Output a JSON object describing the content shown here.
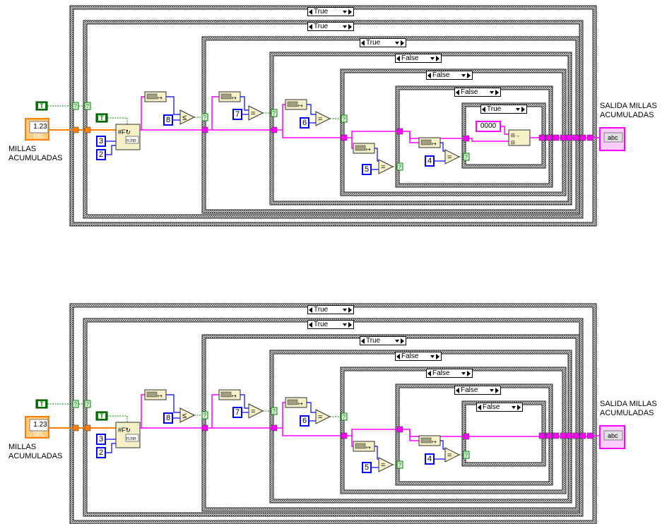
{
  "diagrams": [
    {
      "input_label": "MILLAS\nACUMULADAS",
      "output_label": "SALIDA MILLAS\nACUMULADAS",
      "numeric_value": "1.23",
      "dbl_tag": "DBL",
      "bool_constant_1": "T",
      "bool_constant_2": "T",
      "const_a": "3",
      "const_b": "2",
      "compare_8": "8",
      "compare_7": "7",
      "compare_6": "6",
      "compare_5": "5",
      "compare_4": "4",
      "string_constant": "0000",
      "case_selectors": [
        "True",
        "True",
        "True",
        "False",
        "False",
        "False",
        "True"
      ],
      "display_value": "abc"
    },
    {
      "input_label": "MILLAS\nACUMULADAS",
      "output_label": "SALIDA MILLAS\nACUMULADAS",
      "numeric_value": "1.23",
      "dbl_tag": "DBL",
      "bool_constant_1": "T",
      "bool_constant_2": "T",
      "const_a": "3",
      "const_b": "2",
      "compare_8": "8",
      "compare_7": "7",
      "compare_6": "6",
      "compare_5": "5",
      "compare_4": "4",
      "case_selectors": [
        "True",
        "True",
        "True",
        "False",
        "False",
        "False",
        "False"
      ],
      "display_value": "abc"
    }
  ],
  "colors": {
    "string_wire": "#ff00ff",
    "numeric_orange": "#ff8000",
    "bool_green": "#008000",
    "int_blue": "#0000ff",
    "frame_dark": "#404040",
    "node_fill": "#f5f0c8"
  }
}
